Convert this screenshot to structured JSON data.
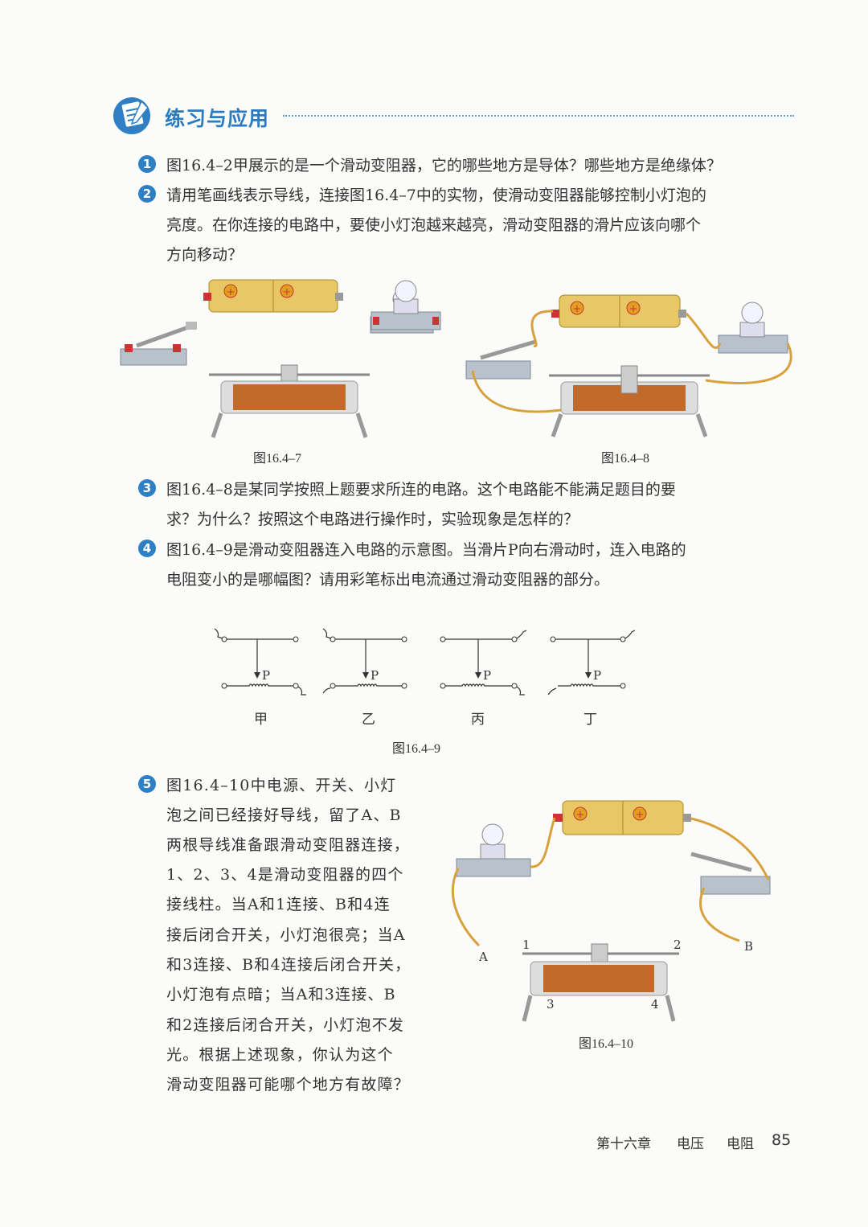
{
  "section": {
    "title": "练习与应用"
  },
  "questions": [
    {
      "num": "1",
      "lines": [
        "图16.4–2甲展示的是一个滑动变阻器，它的哪些地方是导体？哪些地方是绝缘体？"
      ]
    },
    {
      "num": "2",
      "lines": [
        "请用笔画线表示导线，连接图16.4–7中的实物，使滑动变阻器能够控制小灯泡的",
        "亮度。在你连接的电路中，要使小灯泡越来越亮，滑动变阻器的滑片应该向哪个",
        "方向移动？"
      ]
    },
    {
      "num": "3",
      "lines": [
        "图16.4–8是某同学按照上题要求所连的电路。这个电路能不能满足题目的要",
        "求？为什么？按照这个电路进行操作时，实验现象是怎样的？"
      ]
    },
    {
      "num": "4",
      "lines": [
        "图16.4–9是滑动变阻器连入电路的示意图。当滑片P向右滑动时，连入电路的",
        "电阻变小的是哪幅图？请用彩笔标出电流通过滑动变阻器的部分。"
      ]
    },
    {
      "num": "5",
      "lines": [
        "图16.4–10中电源、开关、小灯",
        "泡之间已经接好导线，留了A、B",
        "两根导线准备跟滑动变阻器连接，",
        "1、2、3、4是滑动变阻器的四个",
        "接线柱。当A和1连接、B和4连",
        "接后闭合开关，小灯泡很亮；当A",
        "和3连接、B和4连接后闭合开关，",
        "小灯泡有点暗；当A和3连接、B",
        "和2连接后闭合开关，小灯泡不发",
        "光。根据上述现象，你认为这个",
        "滑动变阻器可能哪个地方有故障？"
      ]
    }
  ],
  "figures": {
    "fig7": "图16.4–7",
    "fig8": "图16.4–8",
    "fig9": "图16.4–9",
    "fig10": "图16.4–10",
    "fig9_labels": [
      "甲",
      "乙",
      "丙",
      "丁"
    ],
    "slider_label": "P",
    "fig10_terminals": [
      "1",
      "2",
      "3",
      "4"
    ],
    "fig10_wires": [
      "A",
      "B"
    ],
    "battery_symbol": "+"
  },
  "footer": {
    "chapter": "第十六章",
    "topic1": "电压",
    "topic2": "电阻",
    "page": "85"
  },
  "colors": {
    "accent": "#2f7fc4",
    "wire": "#d9a13c",
    "battery": "#e8c766",
    "coil": "#c26a2a"
  }
}
